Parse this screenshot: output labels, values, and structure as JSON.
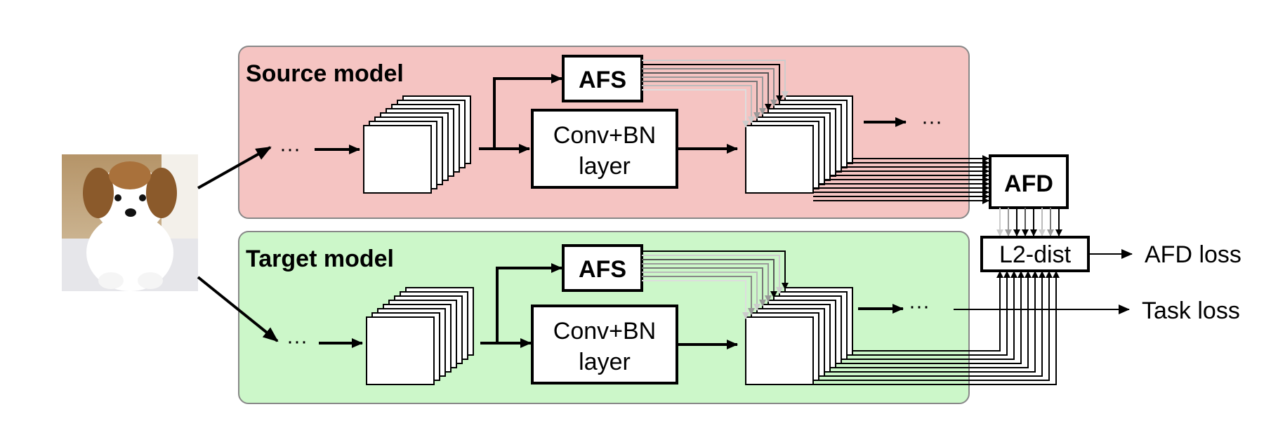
{
  "source_model": {
    "title": "Source model",
    "afs": "AFS",
    "conv_line1": "Conv+BN",
    "conv_line2": "layer",
    "ellipsis_in": "···",
    "ellipsis_out": "···"
  },
  "target_model": {
    "title": "Target model",
    "afs": "AFS",
    "conv_line1": "Conv+BN",
    "conv_line2": "layer",
    "ellipsis_in": "···",
    "ellipsis_out": "···"
  },
  "afd": "AFD",
  "l2dist": "L2-dist",
  "afd_loss": "AFD loss",
  "task_loss": "Task loss",
  "colors": {
    "source_bg": "#f5c4c2",
    "target_bg": "#ccf7c9",
    "panel_border": "#888888"
  }
}
